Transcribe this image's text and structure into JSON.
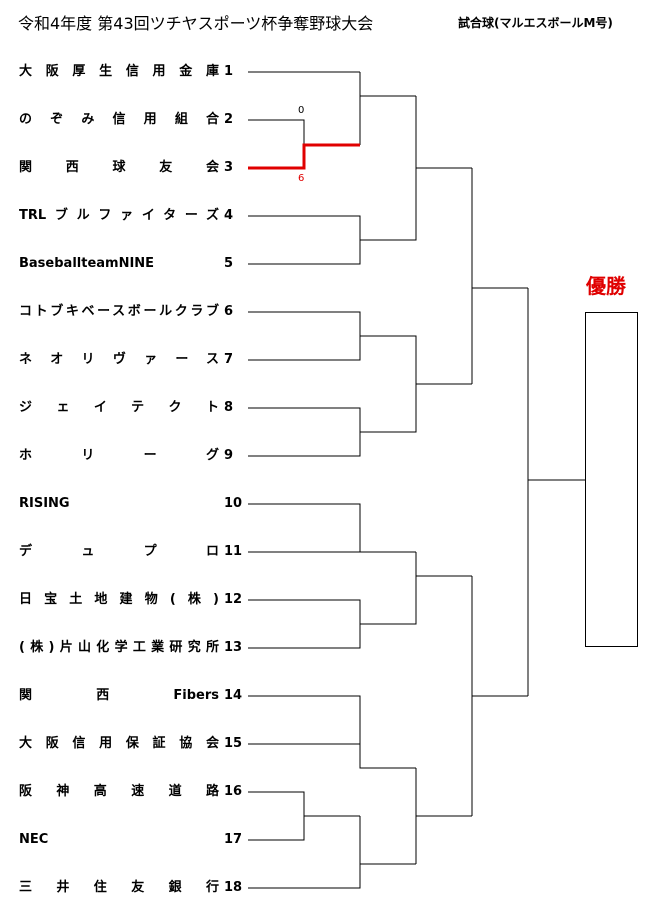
{
  "header": {
    "title": "令和4年度 第43回ツチヤスポーツ杯争奪野球大会",
    "subtitle": "試合球(マルエスボールM号)"
  },
  "teams": [
    {
      "name": "大阪厚生信用金庫",
      "seed": "1"
    },
    {
      "name": "のぞみ信用組合",
      "seed": "2"
    },
    {
      "name": "関西球友会",
      "seed": "3"
    },
    {
      "name": "TRLブルファイターズ",
      "seed": "4"
    },
    {
      "name": "BaseballteamNINE",
      "seed": "5"
    },
    {
      "name": "コトブキベースボールクラブ",
      "seed": "6"
    },
    {
      "name": "ネオリヴァース",
      "seed": "7"
    },
    {
      "name": "ジェイテクト",
      "seed": "8"
    },
    {
      "name": "ホリーグ",
      "seed": "9"
    },
    {
      "name": "RISING",
      "seed": "10"
    },
    {
      "name": "デュプロ",
      "seed": "11"
    },
    {
      "name": "日宝土地建物(株)",
      "seed": "12"
    },
    {
      "name": "(株)片山化学工業研究所",
      "seed": "13"
    },
    {
      "name": "関西Fibers",
      "seed": "14"
    },
    {
      "name": "大阪信用保証協会",
      "seed": "15"
    },
    {
      "name": "阪神高速道路",
      "seed": "16"
    },
    {
      "name": "NEC",
      "seed": "17"
    },
    {
      "name": "三井住友銀行",
      "seed": "18"
    }
  ],
  "results": [
    {
      "match": "2 vs 3",
      "scores": [
        "0",
        "6"
      ],
      "winner": "3"
    }
  ],
  "champion": {
    "label": "優勝",
    "name": ""
  },
  "colors": {
    "winner_line": "#e00000",
    "champion_label": "#e00000",
    "bracket_line": "#000000"
  }
}
